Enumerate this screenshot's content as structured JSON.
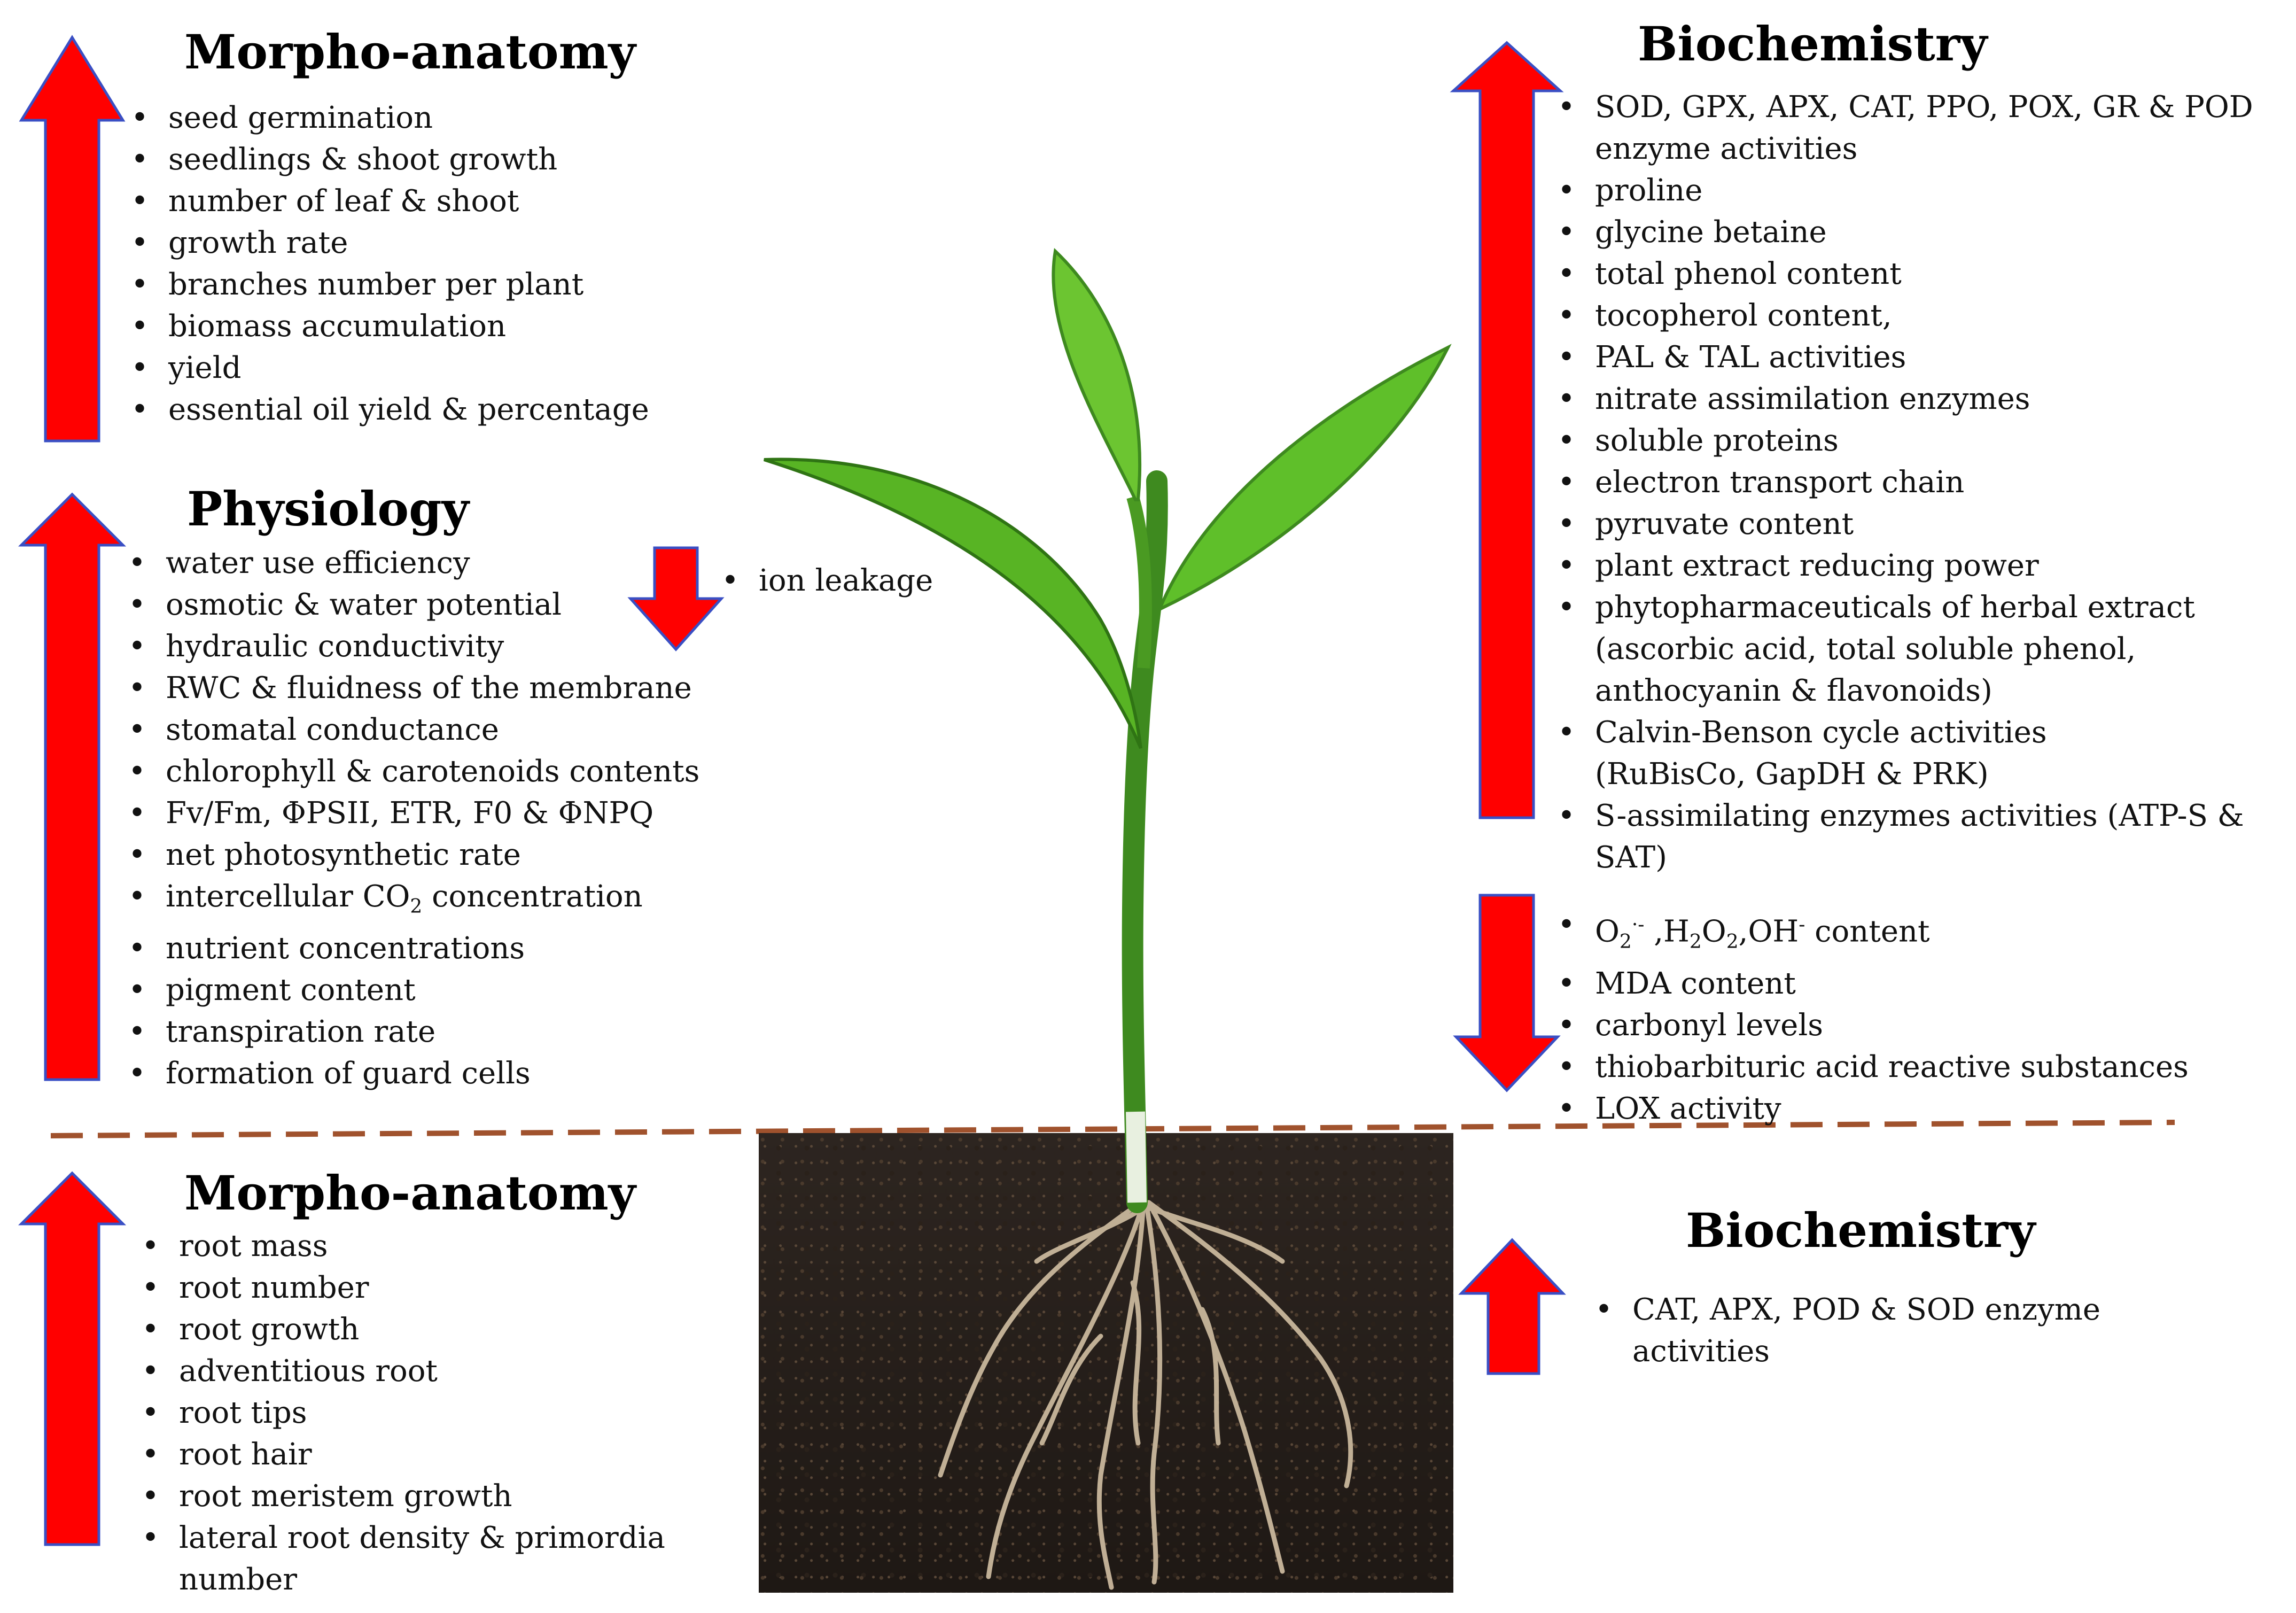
{
  "colors": {
    "arrow_fill": "#ff0000",
    "arrow_stroke": "#3a4fc4",
    "divider": "#a0522d",
    "soil": "#2a221c",
    "leaf": "#5fbf2a",
    "stem": "#3e8a1f"
  },
  "upper_left": {
    "morpho": {
      "title": "Morpho-anatomy",
      "items": [
        "seed germination",
        "seedlings & shoot growth",
        "number of leaf & shoot",
        "growth rate",
        "branches number per plant",
        "biomass accumulation",
        "yield",
        "essential oil yield & percentage"
      ]
    },
    "physiology": {
      "title": "Physiology",
      "items": [
        "water use efficiency",
        "osmotic & water potential",
        "hydraulic conductivity",
        "RWC & fluidness of the membrane",
        "stomatal conductance",
        "chlorophyll & carotenoids contents",
        "Fv/Fm, ΦPSII, ETR, F0 & ΦNPQ",
        "net photosynthetic rate",
        "intercellular CO",
        "nutrient concentrations",
        "pigment content",
        "transpiration rate",
        "formation of guard cells"
      ],
      "co2_subscript": "2",
      "co2_suffix": " concentration",
      "decrease_item": "ion leakage"
    }
  },
  "upper_right": {
    "title": "Biochemistry",
    "items": [
      [
        "SOD, GPX, APX, CAT, PPO, POX, GR & POD",
        "enzyme activities"
      ],
      [
        "proline"
      ],
      [
        "glycine betaine"
      ],
      [
        "total phenol content"
      ],
      [
        "tocopherol content,"
      ],
      [
        "PAL & TAL activities"
      ],
      [
        "nitrate assimilation enzymes"
      ],
      [
        "soluble proteins"
      ],
      [
        "electron transport chain"
      ],
      [
        "pyruvate content"
      ],
      [
        "plant extract reducing power"
      ],
      [
        "phytopharmaceuticals of herbal extract",
        "(ascorbic acid, total soluble phenol,",
        "anthocyanin & flavonoids)"
      ],
      [
        "Calvin-Benson cycle activities",
        "(RuBisCo, GapDH & PRK)"
      ],
      [
        "S-assimilating enzymes activities (ATP-S &",
        "SAT)"
      ]
    ],
    "decrease_items": [
      "content",
      "MDA content",
      "carbonyl levels",
      "thiobarbituric acid reactive substances",
      "LOX activity"
    ],
    "ros": {
      "o2": "O",
      "o2_sub": "2",
      "o2_sup": "·-",
      "h2o2_a": "H",
      "h2o2_sub1": "2",
      "h2o2_b": "O",
      "h2o2_sub2": "2",
      "oh": "OH",
      "oh_sup": "-"
    }
  },
  "lower_left": {
    "title": "Morpho-anatomy",
    "items": [
      [
        "root mass"
      ],
      [
        "root number"
      ],
      [
        "root growth"
      ],
      [
        "adventitious root"
      ],
      [
        "root tips"
      ],
      [
        "root hair"
      ],
      [
        "root meristem growth"
      ],
      [
        "lateral root density & primordia",
        "number"
      ]
    ]
  },
  "lower_right": {
    "title": "Biochemistry",
    "items": [
      [
        "CAT, APX, POD & SOD enzyme",
        "activities"
      ]
    ]
  }
}
